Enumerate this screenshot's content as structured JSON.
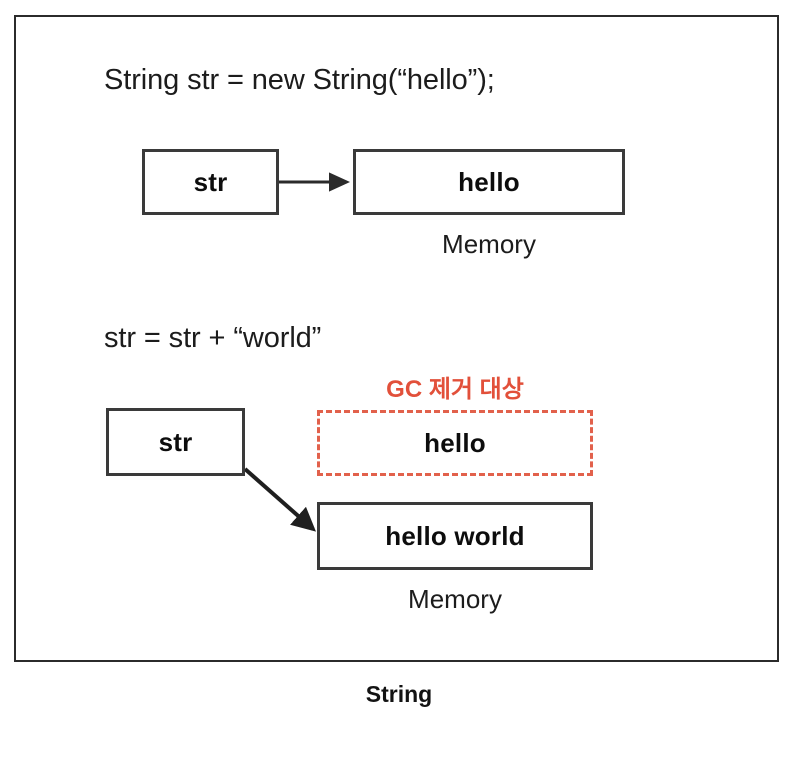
{
  "figure": {
    "caption": "String",
    "accent_color": "#e2503a",
    "box_border_color": "#3a3a3a",
    "dashed_border_color": "#e2614c",
    "background_color": "#ffffff"
  },
  "steps": [
    {
      "code": "String str = new String(“hello”);",
      "reference_box": "str",
      "memory_box": "hello",
      "memory_label": "Memory",
      "arrow": "straight-right-arrow"
    },
    {
      "code": "str = str + “world”",
      "reference_box": "str",
      "garbage_box": "hello",
      "garbage_annotation": "GC 제거 대상",
      "memory_box": "hello world",
      "memory_label": "Memory",
      "arrow": "diagonal-down-right-arrow"
    }
  ],
  "labels": {
    "code_line_1": "String str = new String(“hello”);",
    "code_line_2": "str = str + “world”",
    "str_box_1": "str",
    "str_box_2": "str",
    "hello_box_1": "hello",
    "hello_box_gc": "hello",
    "hello_world_box": "hello world",
    "memory_1": "Memory",
    "memory_2": "Memory",
    "gc_annotation": "GC 제거 대상",
    "caption": "String"
  }
}
